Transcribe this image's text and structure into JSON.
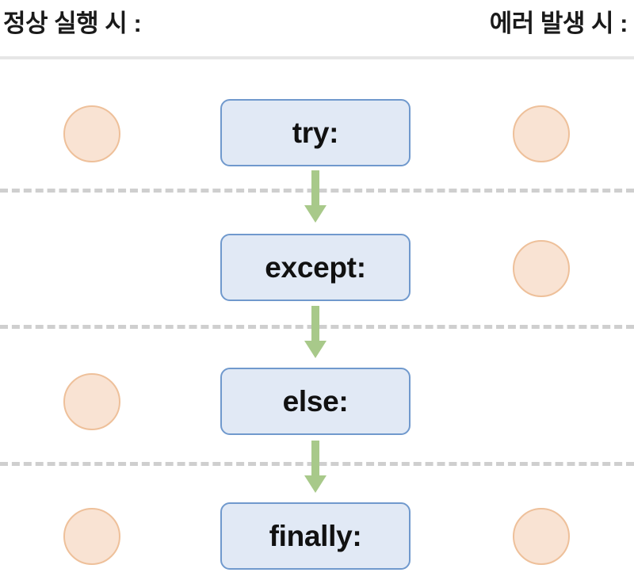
{
  "diagram": {
    "title_not_shown": "",
    "headers": {
      "left": "정상 실행 시 :",
      "right": "에러 발생 시 :"
    },
    "colors": {
      "box_fill": "#e1e9f5",
      "box_border": "#7099cd",
      "circle_fill": "#f9e3d3",
      "circle_border": "#eec09a",
      "arrow": "#a8c98a",
      "divider_dashed": "#cfcfcf",
      "header_rule": "#e6e6e6",
      "text": "#111111"
    },
    "rows": [
      {
        "keyword": "try:",
        "left_marker": true,
        "right_marker": true,
        "arrow_below": true
      },
      {
        "keyword": "except:",
        "left_marker": false,
        "right_marker": true,
        "arrow_below": true
      },
      {
        "keyword": "else:",
        "left_marker": true,
        "right_marker": false,
        "arrow_below": true
      },
      {
        "keyword": "finally:",
        "left_marker": true,
        "right_marker": false,
        "arrow_below": false
      }
    ],
    "markers": {
      "row4_right": true
    }
  }
}
